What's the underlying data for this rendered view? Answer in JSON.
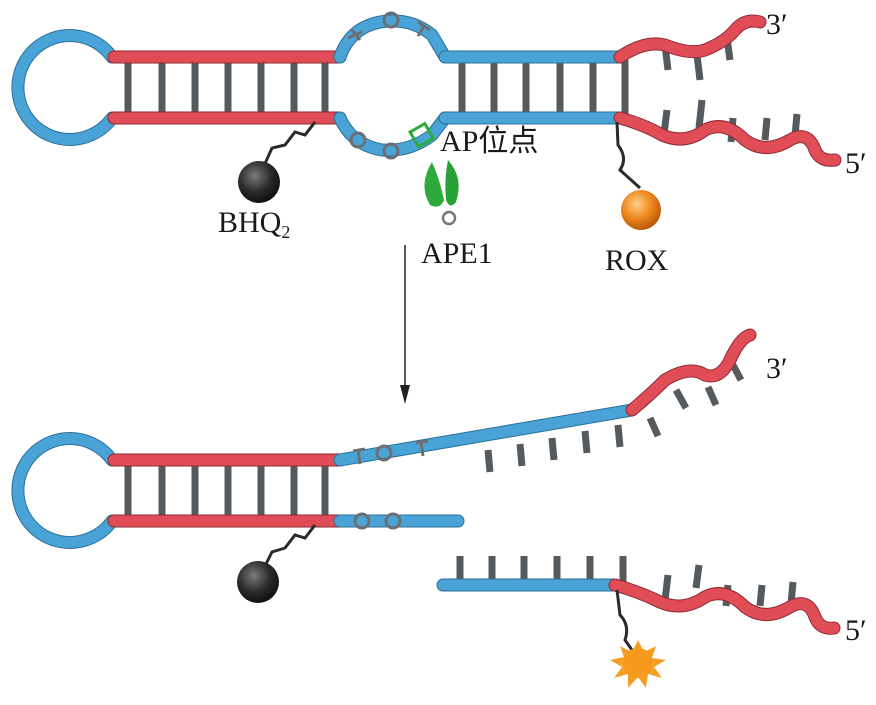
{
  "diagram": {
    "title": "APE1-mediated cleavage of AP-site hairpin probe",
    "top_state": {
      "labels": {
        "three_prime": "3′",
        "five_prime": "5′",
        "quencher": "BHQ",
        "quencher_subscript": "2",
        "ap_site": "AP位点",
        "enzyme": "APE1",
        "fluorophore": "ROX"
      },
      "loop_bases_top": [
        "T",
        "C",
        "T"
      ],
      "loop_bases_bottom": [
        "G",
        "C"
      ]
    },
    "bottom_state": {
      "labels": {
        "three_prime": "3′",
        "five_prime": "5′"
      },
      "bases_upper": [
        "T",
        "C",
        "T"
      ],
      "bases_lower": [
        "G",
        "C"
      ]
    },
    "colors": {
      "loop_strand": "#4aa3d6",
      "stem_strand": "#e14d57",
      "base_pair": "#555a5e",
      "quencher": "#2e2e2e",
      "fluorophore": "#f0891e",
      "enzyme": "#2eaa3c",
      "ap_site_marker": "#2eaa3c"
    }
  }
}
